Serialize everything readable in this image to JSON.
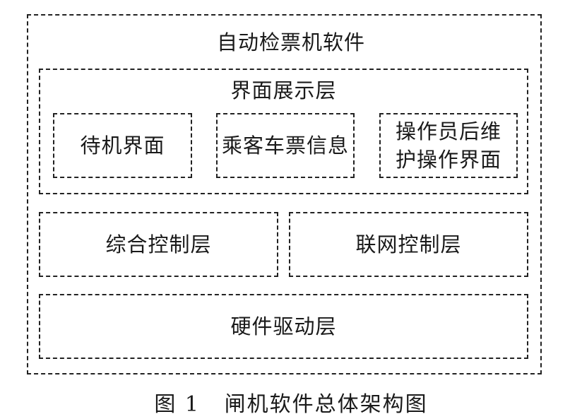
{
  "diagram": {
    "title": "自动检票机软件",
    "ui_layer": {
      "title": "界面展示层",
      "items": [
        "待机界面",
        "乘客车票信息",
        "操作员后维\n护操作界面"
      ]
    },
    "control_layer": "综合控制层",
    "network_layer": "联网控制层",
    "hardware_layer": "硬件驱动层"
  },
  "caption": "图 1   闸机软件总体架构图"
}
